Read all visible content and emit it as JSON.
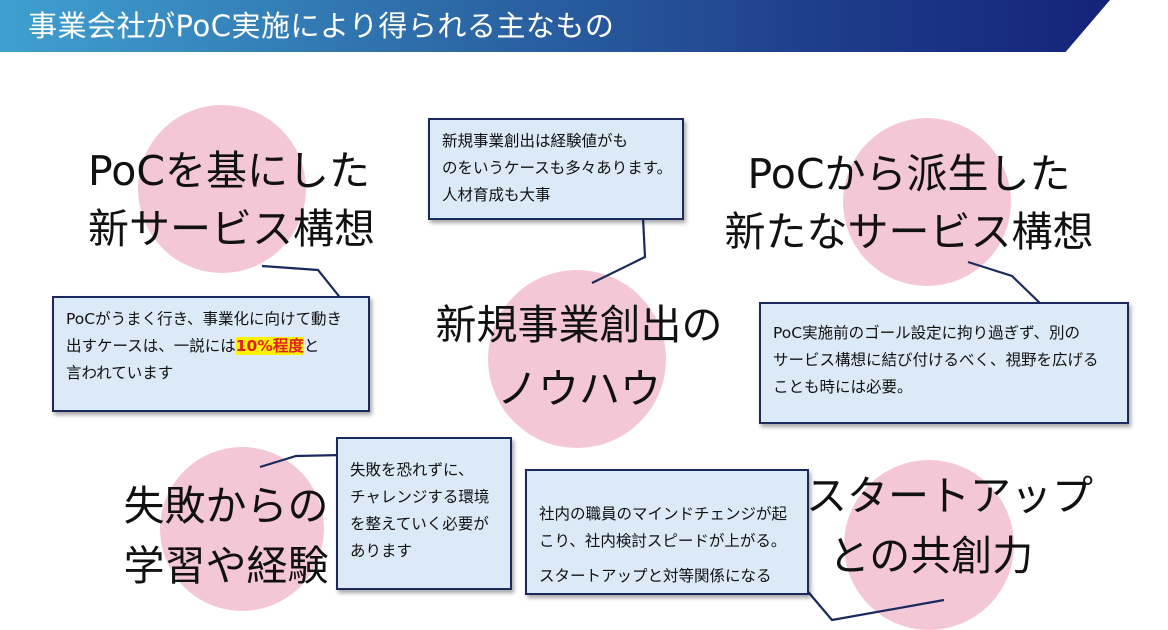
{
  "title": "事業会社がPoC実施により得られる主なもの",
  "topics": {
    "service_based": {
      "line1": "PoCを基にした",
      "line2": "新サービス構想"
    },
    "new_biz_knowhow": {
      "line1": "新規事業創出の",
      "line2": "ノウハウ"
    },
    "derived_service": {
      "line1": "PoCから派生した",
      "line2": "新たなサービス構想"
    },
    "failure_learning": {
      "line1": "失敗からの",
      "line2": "学習や経験"
    },
    "startup_cocreation": {
      "line1": "スタートアップ",
      "line2": "との共創力"
    }
  },
  "notes": {
    "service_based": {
      "line1": "PoCがうまく行き、事業化に向けて動き",
      "line2_pre": "出すケースは、一説には",
      "line2_highlight": "10%程度",
      "line2_post": "と",
      "line3": "言われています"
    },
    "new_biz_knowhow": {
      "line1": "新規事業創出は経験値がも",
      "line2": "のをいうケースも多々あります。",
      "line3": "人材育成も大事"
    },
    "derived_service": {
      "line1": "PoC実施前のゴール設定に拘り過ぎず、別の",
      "line2": "サービス構想に結び付けるべく、視野を広げる",
      "line3": "ことも時には必要。"
    },
    "failure_learning": {
      "line1": "失敗を恐れずに、",
      "line2": "チャレンジする環境",
      "line3": "を整えていく必要が",
      "line4": "あります"
    },
    "startup_cocreation": {
      "line1": "社内の職員のマインドチェンジが起",
      "line2": "こり、社内検討スピードが上がる。",
      "line3": "スタートアップと対等関係になる"
    }
  },
  "colors": {
    "circle": "#f4c7d7",
    "note_bg": "#dce9f6",
    "note_border": "#1a2a5e",
    "highlight_bg": "#fff200",
    "highlight_text": "#e02020"
  }
}
